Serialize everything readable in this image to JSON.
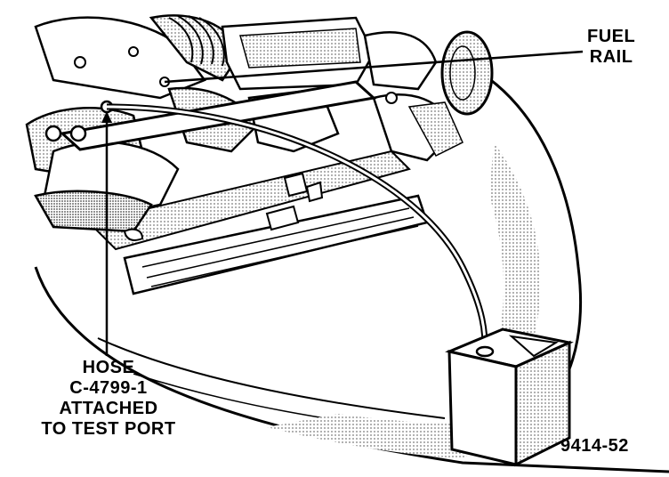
{
  "labels": {
    "fuel_rail": [
      "FUEL",
      "RAIL"
    ],
    "hose": [
      "HOSE",
      "C-4799-1",
      "ATTACHED",
      "TO TEST PORT"
    ],
    "figure_number": "9414-52"
  },
  "colors": {
    "ink": "#000000",
    "paper": "#ffffff",
    "shade": "#bdbdbd"
  }
}
